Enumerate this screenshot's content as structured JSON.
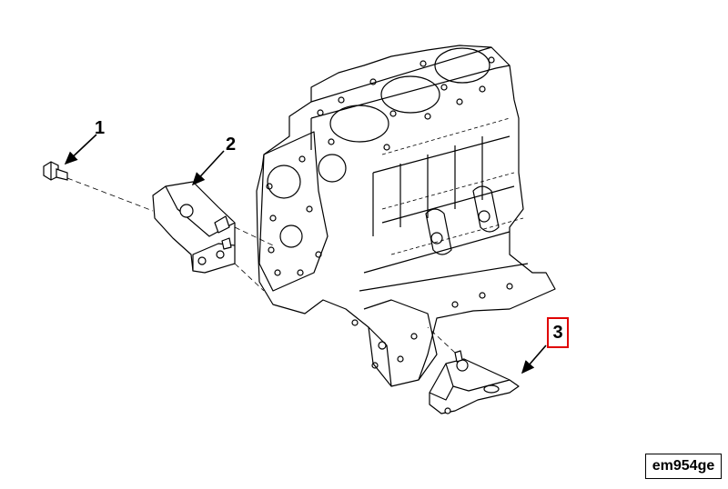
{
  "callouts": {
    "one": "1",
    "two": "2",
    "three": "3"
  },
  "figure_code": "em954ge",
  "colors": {
    "line": "#000000",
    "highlight": "#e00000",
    "background": "#ffffff"
  }
}
